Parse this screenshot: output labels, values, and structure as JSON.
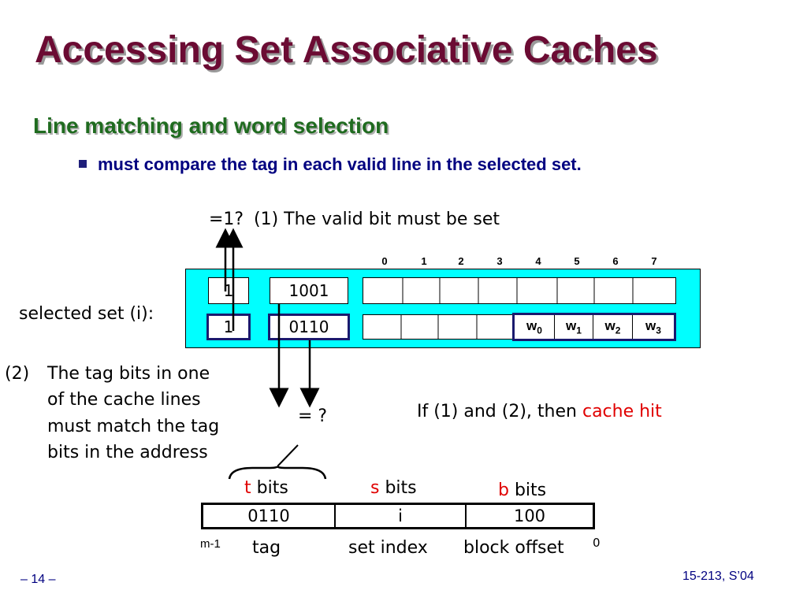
{
  "title": "Accessing Set Associative Caches",
  "subtitle": "Line matching and word selection",
  "bullet": "must compare the tag in each valid line in the selected set.",
  "valid_check": {
    "expr": "=1?",
    "label": "(1) The valid bit must be set"
  },
  "column_indices": [
    "0",
    "1",
    "2",
    "3",
    "4",
    "5",
    "6",
    "7"
  ],
  "selected_set_label": "selected set (i):",
  "lines": [
    {
      "valid": "1",
      "tag": "1001"
    },
    {
      "valid": "1",
      "tag": "0110"
    }
  ],
  "words": [
    {
      "w": "w",
      "sub": "0"
    },
    {
      "w": "w",
      "sub": "1"
    },
    {
      "w": "w",
      "sub": "2"
    },
    {
      "w": "w",
      "sub": "3"
    }
  ],
  "tag_match": {
    "number": "(2)",
    "lines": [
      "The tag bits in one",
      "of the cache lines",
      "must match the tag",
      "bits in the address"
    ]
  },
  "compare_label": "= ?",
  "hit_text": {
    "prefix": "If (1) and (2), then ",
    "highlight": "cache hit"
  },
  "address": {
    "fields": [
      {
        "letter": "t",
        "bits_label": "bits",
        "value": "0110",
        "name": "tag"
      },
      {
        "letter": "s",
        "bits_label": "bits",
        "value": "i",
        "name": "set index"
      },
      {
        "letter": "b",
        "bits_label": "bits",
        "value": "100",
        "name": "block offset"
      }
    ],
    "high_bit": "m-1",
    "low_bit": "0"
  },
  "footer": {
    "page": "– 14 –",
    "course": "15-213, S’04"
  },
  "colors": {
    "title": "#6b0b33",
    "subtitle": "#1f6b1f",
    "bullet": "#000080",
    "set_background": "#00ffff",
    "highlight": "#e00000"
  }
}
